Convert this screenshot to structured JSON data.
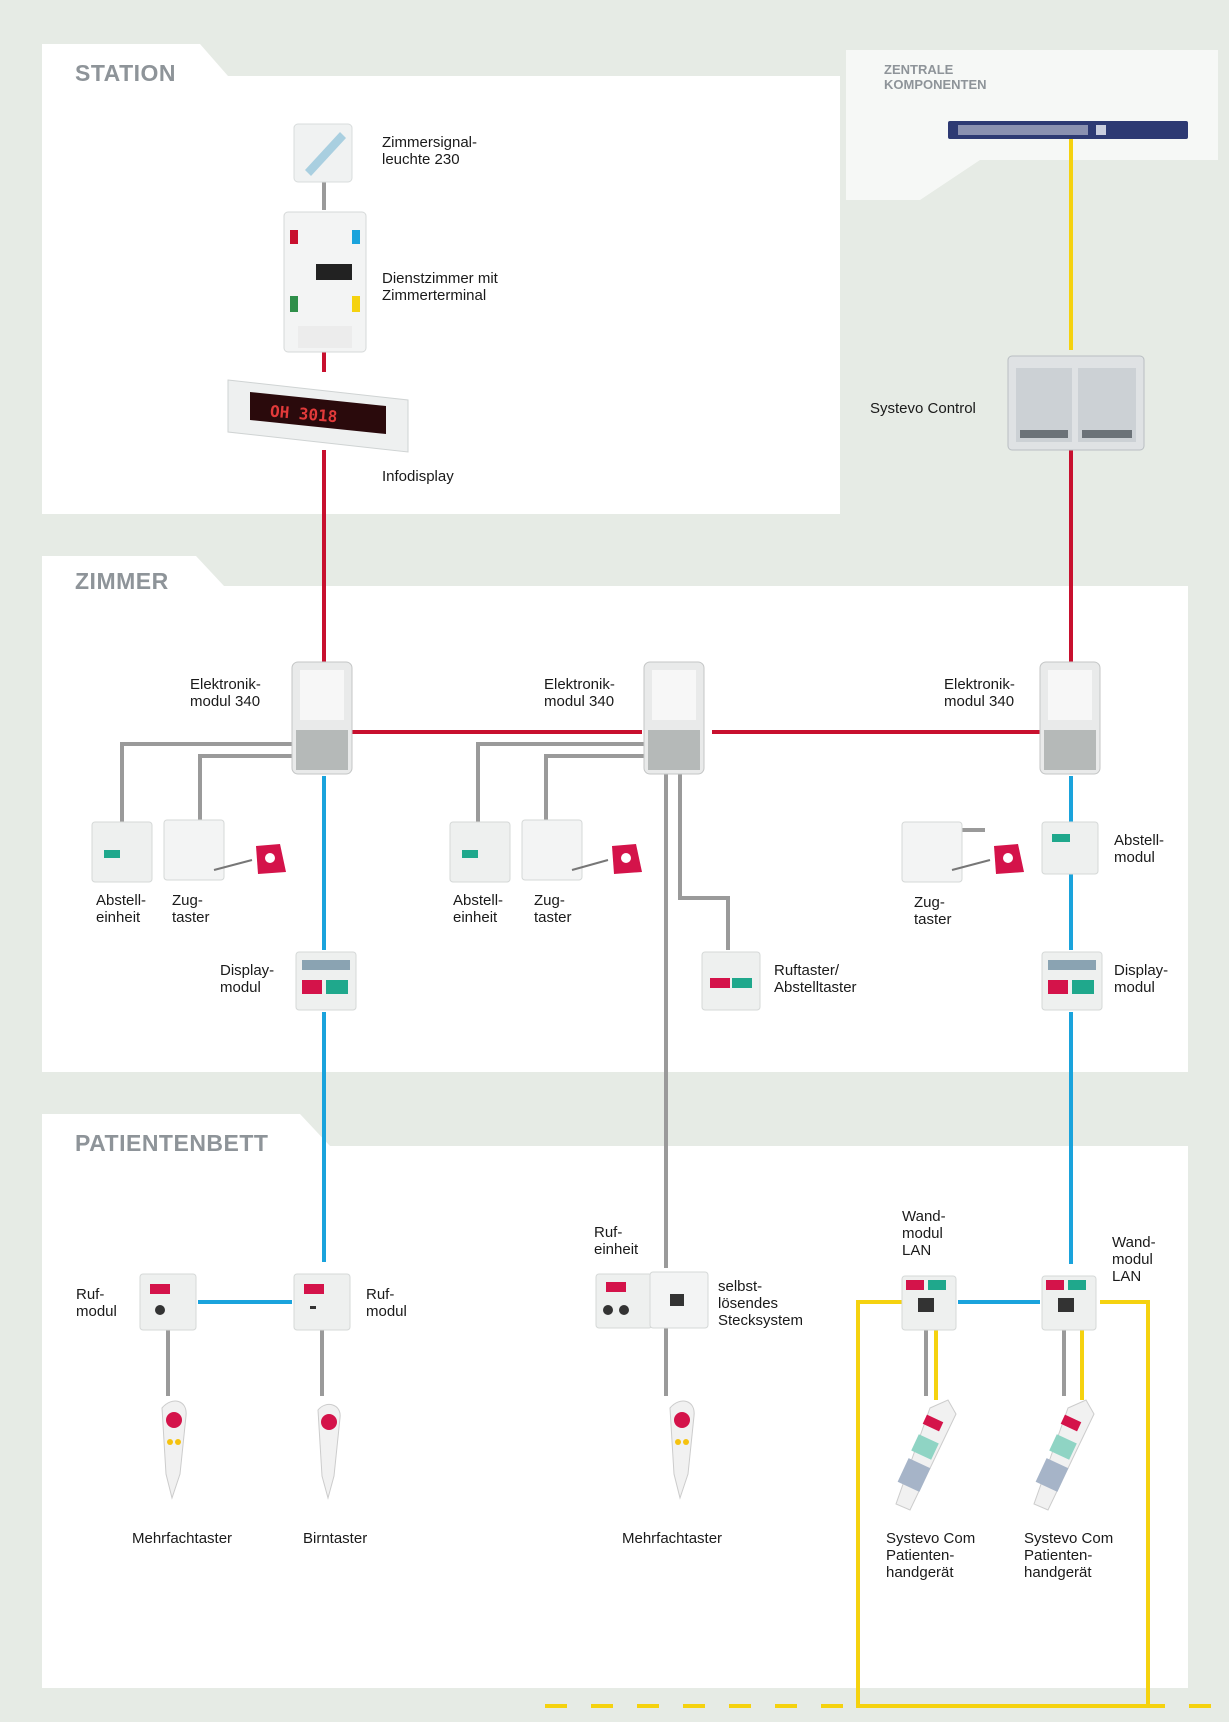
{
  "sections": {
    "station": "STATION",
    "zentrale": "ZENTRALE\nKOMPONENTEN",
    "zimmer": "ZIMMER",
    "patientenbett": "PATIENTENBETT"
  },
  "labels": {
    "zimmersignalleuchte": "Zimmersignal-\nleuchte 230",
    "dienstzimmer": "Dienstzimmer mit\nZimmerterminal",
    "infodisplay": "Infodisplay",
    "systevo_control": "Systevo Control",
    "elektronikmodul_1": "Elektronik-\nmodul 340",
    "elektronikmodul_2": "Elektronik-\nmodul 340",
    "elektronikmodul_3": "Elektronik-\nmodul 340",
    "abstelleinheit_1": "Abstell-\neinheit",
    "zugtaster_1": "Zug-\ntaster",
    "abstelleinheit_2": "Abstell-\neinheit",
    "zugtaster_2": "Zug-\ntaster",
    "abstellmodul": "Abstell-\nmodul",
    "zugtaster_3": "Zug-\ntaster",
    "displaymodul_1": "Display-\nmodul",
    "displaymodul_2": "Display-\nmodul",
    "ruftaster": "Ruftaster/\nAbstelltaster",
    "rufmodul_1": "Ruf-\nmodul",
    "rufmodul_2": "Ruf-\nmodul",
    "rufeinheit": "Ruf-\neinheit",
    "stecksystem": "selbst-\nlösendes\nStecksystem",
    "wandmodul_1": "Wand-\nmodul\nLAN",
    "wandmodul_2": "Wand-\nmodul\nLAN",
    "mehrfachtaster_1": "Mehrfachtaster",
    "birntaster": "Birntaster",
    "mehrfachtaster_2": "Mehrfachtaster",
    "systevo_com_1": "Systevo Com\nPatienten-\nhandgerät",
    "systevo_com_2": "Systevo Com\nPatienten-\nhandgerät"
  },
  "colors": {
    "red_line": "#c8102e",
    "blue_line": "#1aa3dc",
    "gray_line": "#9a9a9a",
    "yellow_line": "#f5d20f",
    "panel": "#ffffff",
    "background": "#e6ebe5",
    "section_text": "#8e9499"
  },
  "display_text": "OH 3018"
}
